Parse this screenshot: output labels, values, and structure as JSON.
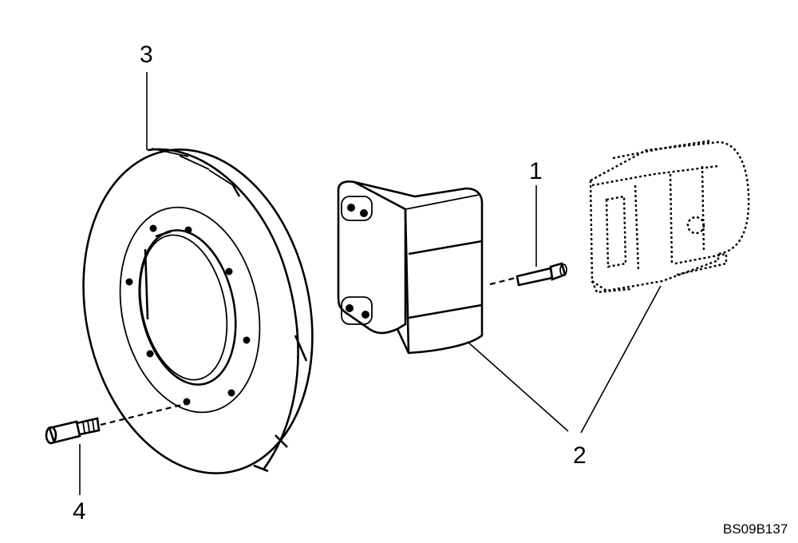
{
  "diagram": {
    "callouts": [
      {
        "id": "1",
        "label": "1"
      },
      {
        "id": "2",
        "label": "2"
      },
      {
        "id": "3",
        "label": "3"
      },
      {
        "id": "4",
        "label": "4"
      }
    ],
    "figure_reference": "BS09B137",
    "parts": {
      "item1": "cap-screw",
      "item2": "brake-pad-and-caliper",
      "item3": "brake-disc",
      "item4": "bolt"
    }
  }
}
